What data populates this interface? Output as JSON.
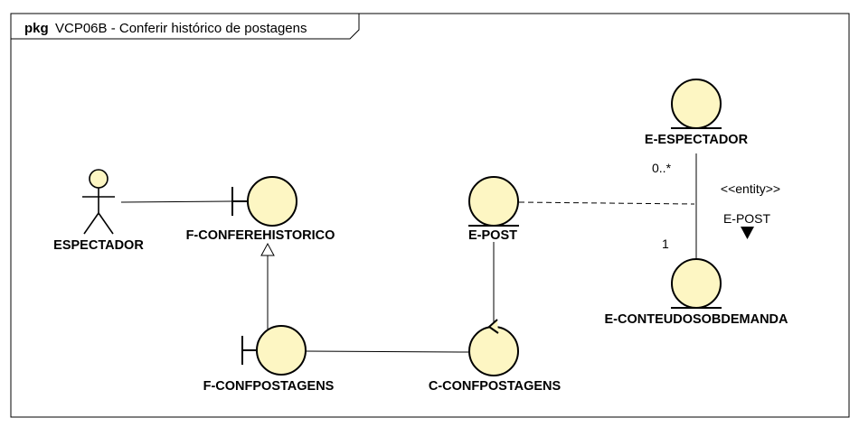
{
  "frame": {
    "keyword": "pkg",
    "name": "VCP06B - Conferir histórico de postagens"
  },
  "elements": {
    "actor": {
      "label": "ESPECTADOR"
    },
    "f_conferehistorico": {
      "label": "F-CONFEREHISTORICO"
    },
    "f_confpostagens": {
      "label": "F-CONFPOSTAGENS"
    },
    "c_confpostagens": {
      "label": "C-CONFPOSTAGENS"
    },
    "e_post": {
      "label": "E-POST"
    },
    "e_espectador": {
      "label": "E-ESPECTADOR"
    },
    "e_conteudosobdemanda": {
      "label": "E-CONTEUDOSOBDEMANDA"
    }
  },
  "association": {
    "stereotype": "<<entity>>",
    "name": "E-POST",
    "mult_top": "0..*",
    "mult_bottom": "1"
  },
  "colors": {
    "fill": "#fdf6c3",
    "stroke": "#000000",
    "background": "#ffffff"
  }
}
